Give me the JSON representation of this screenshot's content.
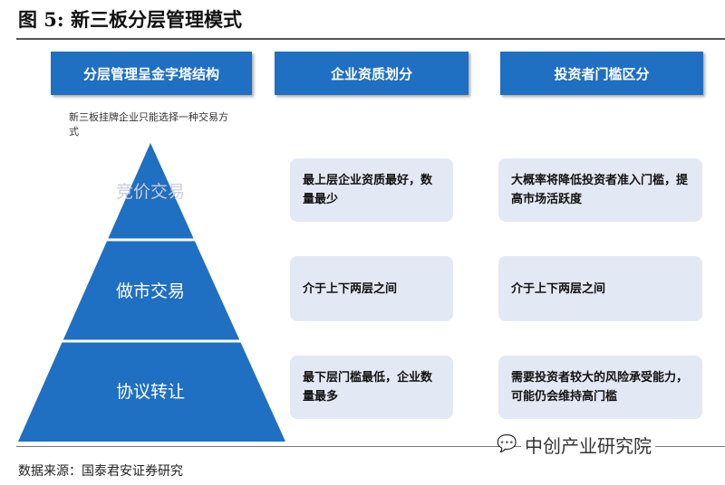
{
  "title": "图 5: 新三板分层管理模式",
  "headers": [
    "分层管理呈金字塔结构",
    "企业资质划分",
    "投资者门槛区分"
  ],
  "pyramid": {
    "note": "新三板挂牌企业只能选择一种交易方式",
    "levels": [
      "竞价交易",
      "做市交易",
      "协议转让"
    ]
  },
  "enterprise": [
    "最上层企业资质最好，数量最少",
    "介于上下两层之间",
    "最下层门槛最低，企业数量最多"
  ],
  "investor": [
    "大概率将降低投资者准入门槛，提高市场活跃度",
    "介于上下两层之间",
    "需要投资者较大的风险承受能力，可能仍会维持高门槛"
  ],
  "source": "数据来源：国泰君安证券研究",
  "watermark": "中创产业研究院",
  "colors": {
    "accent": "#1f6fc2",
    "box": "#e3e9f4"
  }
}
